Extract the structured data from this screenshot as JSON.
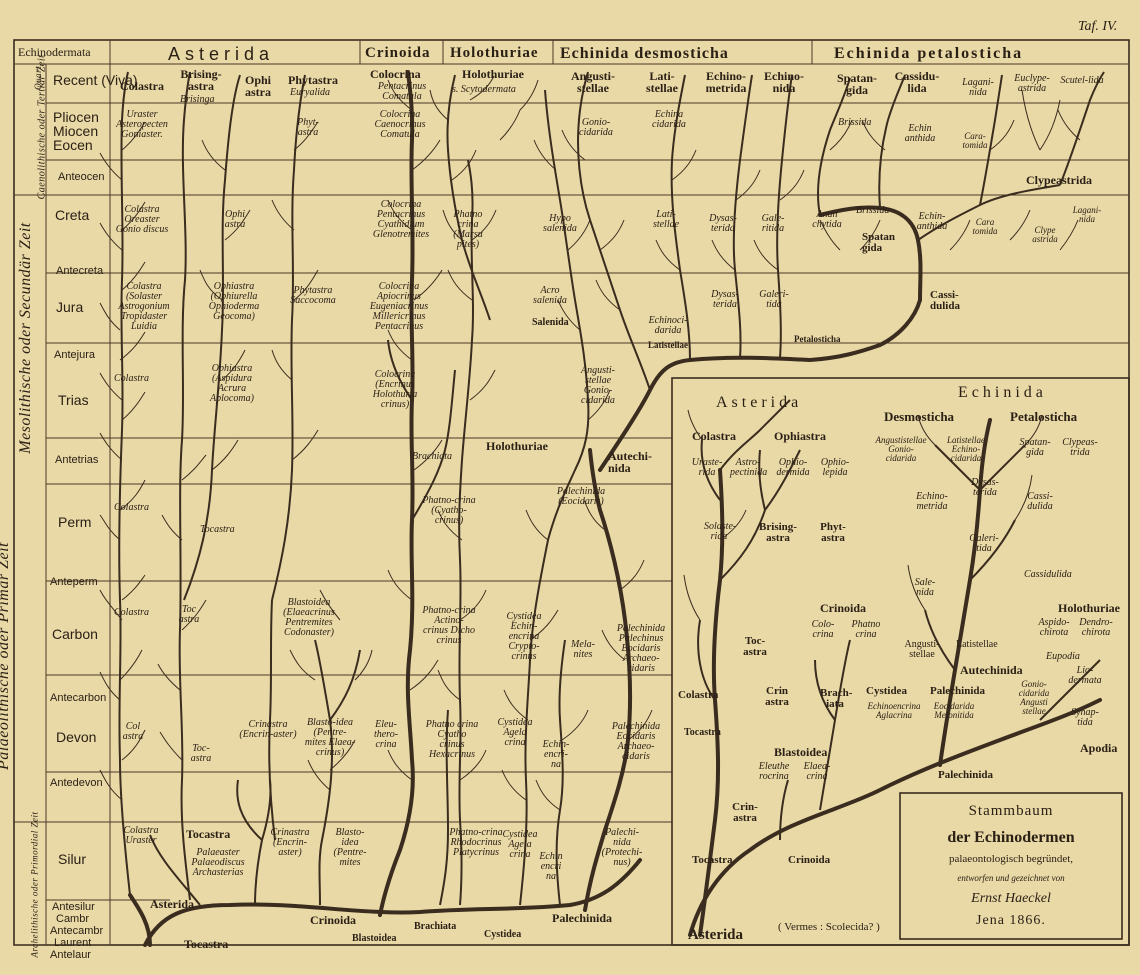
{
  "plate_label": "Taf. IV.",
  "column_headers": {
    "echinodermata": "Echinodermata",
    "asterida": "Asterida",
    "crinoida": "Crinoida",
    "holothuriae": "Holothuriae",
    "echinida_desmosticha": "Echinida desmosticha",
    "echinida_petalosticha": "Echinida petalosticha"
  },
  "periods": [
    "Recent (Viva)",
    "Pliocen",
    "Miocen",
    "Eocen",
    "Anteocen",
    "Creta",
    "Antecreta",
    "Jura",
    "Antejura",
    "Trias",
    "Antetrias",
    "Perm",
    "Anteperm",
    "Carbon",
    "Antecarbon",
    "Devon",
    "Antedevon",
    "Silur",
    "Antesilur",
    "Cambr",
    "Antecambr",
    "Laurent",
    "Antelaur"
  ],
  "eras": {
    "caenolithic": "Caenolithische oder Tertiär Zeit",
    "mesolithic": "Mesolithische oder Secundär Zeit",
    "palaeolithic": "Palaeolithische oder Primär Zeit",
    "archeolithic": "Archelithische oder Primordial Zeit",
    "quart": "Quart."
  },
  "recent_groups": [
    {
      "name": "Colastra",
      "sub": ""
    },
    {
      "name": "Brising-astra",
      "sub": "Brisinga"
    },
    {
      "name": "Ophi astra",
      "sub": ""
    },
    {
      "name": "Phytastra",
      "sub": "Euryalida"
    },
    {
      "name": "Colocrina",
      "sub": "Pentacrinus Comatula"
    },
    {
      "name": "Holothuriae",
      "sub": "s. Scytodermata"
    },
    {
      "name": "Angusti-stellae",
      "sub": ""
    },
    {
      "name": "Lati-stellae",
      "sub": ""
    },
    {
      "name": "Echino-metrida",
      "sub": ""
    },
    {
      "name": "Echino-nida",
      "sub": ""
    },
    {
      "name": "Spatan-gida",
      "sub": ""
    },
    {
      "name": "Cassidu-lida",
      "sub": ""
    },
    {
      "name": "Lagani-nida",
      "sub": ""
    },
    {
      "name": "Euclype-astrida",
      "sub": ""
    },
    {
      "name": "Scutel-lida",
      "sub": ""
    }
  ],
  "tertiary_labels": [
    {
      "text": "Uraster Asteropecten Goniaster."
    },
    {
      "text": "Phyt-astra"
    },
    {
      "text": "Colocrina Caenocrinus Comatula"
    },
    {
      "text": "Gonio-cidarida"
    },
    {
      "text": "Echina cidarida"
    },
    {
      "text": "Brissida"
    },
    {
      "text": "Echin anthida"
    },
    {
      "text": "Cara-tomida"
    },
    {
      "text": "Clypeastrida"
    }
  ],
  "creta_labels": [
    {
      "text": "Colastra Oreaster Gonio discus"
    },
    {
      "text": "Ophi astra"
    },
    {
      "text": "Colocrina Pentacrinus Cyathidium Glenotremites"
    },
    {
      "text": "Phatno crina (Marsu pites)"
    },
    {
      "text": "Hypo salenida"
    },
    {
      "text": "Lati-stellae"
    },
    {
      "text": "Dysas-terida"
    },
    {
      "text": "Gale-ritida"
    },
    {
      "text": "Anan chytida"
    },
    {
      "text": "Brissida"
    },
    {
      "text": "Spatan gida"
    },
    {
      "text": "Echin-anthida"
    },
    {
      "text": "Cara tomida"
    },
    {
      "text": "Clype astrida"
    },
    {
      "text": "Lagani-nida"
    }
  ],
  "jura_labels": [
    {
      "text": "Colastra (Solaster Astrogonium Tropidaster Luidia"
    },
    {
      "text": "Ophiastra (Ophiurella Ophioderma Geocoma)"
    },
    {
      "text": "Phytastra Saccocoma"
    },
    {
      "text": "Colocrina Apiocrinus Eugeniacrinus Millericrinus Pentacrinus"
    },
    {
      "text": "Acro salenida"
    },
    {
      "text": "Salenida"
    },
    {
      "text": "Echinoci-darida"
    },
    {
      "text": "Latistellae"
    },
    {
      "text": "Dysas-terida"
    },
    {
      "text": "Galeri-tida"
    },
    {
      "text": "Cassi-dulida"
    },
    {
      "text": "Petalosticha"
    }
  ],
  "trias_labels": [
    {
      "text": "Colastra"
    },
    {
      "text": "Ophiastra (Aspidura Acrura Aplocoma)"
    },
    {
      "text": "Colocrina (Encrinus Holothuria crinus)"
    },
    {
      "text": "Angusti-stellae Gonio-cidarida"
    },
    {
      "text": "Holothuriae"
    },
    {
      "text": "Brachiata"
    },
    {
      "text": "Autechi-nida"
    }
  ],
  "perm_labels": [
    {
      "text": "Colastra"
    },
    {
      "text": "Tocastra"
    },
    {
      "text": "Phatno-crina (Cyatho-crinus)"
    },
    {
      "text": "Palechinida (Eocidaris)"
    }
  ],
  "carbon_labels": [
    {
      "text": "Colastra"
    },
    {
      "text": "Toc astra"
    },
    {
      "text": "Blastoidea (Elaeacrinus Pentremites Codonaster)"
    },
    {
      "text": "Phatno-crina Actino-crinus Dicho crinus"
    },
    {
      "text": "Cystidea Echin-encrina Crypto-crinus"
    },
    {
      "text": "Mela-nites"
    },
    {
      "text": "Palechinida Palechinus Eocidaris Archaeo-cidaris"
    }
  ],
  "devon_labels": [
    {
      "text": "Col astra"
    },
    {
      "text": "Toc-astra"
    },
    {
      "text": "Crinastra (Encrin-aster)"
    },
    {
      "text": "Blasto-idea (Pentre-mites Elaea-crinus)"
    },
    {
      "text": "Eleu-thero-crina"
    },
    {
      "text": "Phatno crina Cyatho crinus Hexacrinus"
    },
    {
      "text": "Cystidea Agela crina"
    },
    {
      "text": "Echin-encri-na"
    },
    {
      "text": "Palechinida Eocidaris Archaeo-cidaris"
    }
  ],
  "silur_labels": [
    {
      "text": "Colastra Uraster"
    },
    {
      "text": "Tocastra"
    },
    {
      "text": "Palaeaster Palaeodiscus Archasterias"
    },
    {
      "text": "Crinastra (Encrin-aster)"
    },
    {
      "text": "Blasto-idea (Pentre-mites"
    },
    {
      "text": "Phatno-crina Rhodocrinus Platycrinus"
    },
    {
      "text": "Cystidea Agela crina"
    },
    {
      "text": "Echin encri na"
    },
    {
      "text": "Palechi-nida (Protechi-nus)"
    }
  ],
  "base_labels": [
    {
      "text": "Asterida"
    },
    {
      "text": "Tocastra"
    },
    {
      "text": "Crinoida"
    },
    {
      "text": "Blastoidea"
    },
    {
      "text": "Brachiata"
    },
    {
      "text": "Cystidea"
    },
    {
      "text": "Palechinida"
    }
  ],
  "inset": {
    "asterida": "Asterida",
    "echinida": "Echinida",
    "desmosticha": "Desmosticha",
    "petalosticha": "Petalosticha",
    "colastra": "Colastra",
    "ophiastra": "Ophiastra",
    "labels": [
      "Uraste-rida",
      "Astro-pectinida",
      "Ophio-dermida",
      "Ophio-lepida",
      "Solaste-rida",
      "Brising-astra",
      "Phyt-astra",
      "Angustistellae Gonio-cidarida",
      "Latistellae Echino-cidarida",
      "Spatan-gida",
      "Clypeas-trida",
      "Echino-metrida",
      "Dysas-terida",
      "Cassi-dulida",
      "Galeri-tida",
      "Sale-nida",
      "Cassidulida",
      "Crinoida",
      "Colo-crina",
      "Phatno crina",
      "Holothuriae",
      "Aspido-chirota",
      "Dendro-chirota",
      "Angusti-stellae",
      "Latistellae",
      "Eupodia",
      "Toc-astra",
      "Autechinida",
      "Lio-dermata",
      "Colastra",
      "Crin astra",
      "Brach-iata",
      "Cystidea",
      "Echinoencrina Aglacrina",
      "Palechinida",
      "Eocidarida Melonitida",
      "Gonio-cidarida Angusti stellae",
      "Synap-tida",
      "Tocastra",
      "Apodia",
      "Blastoidea",
      "Eleuthe rocrina",
      "Elaea-crina",
      "Crin-astra",
      "Palechinida",
      "Tocastra",
      "Crinoida",
      "Asterida"
    ],
    "vermes": "( Vermes : Scolecida? )"
  },
  "title_box": {
    "line1": "Stammbaum",
    "line2": "der Echinodermen",
    "line3": "palaeontologisch begründet,",
    "line4": "entworfen und gezeichnet von",
    "line5": "Ernst Haeckel",
    "line6": "Jena 1866."
  }
}
